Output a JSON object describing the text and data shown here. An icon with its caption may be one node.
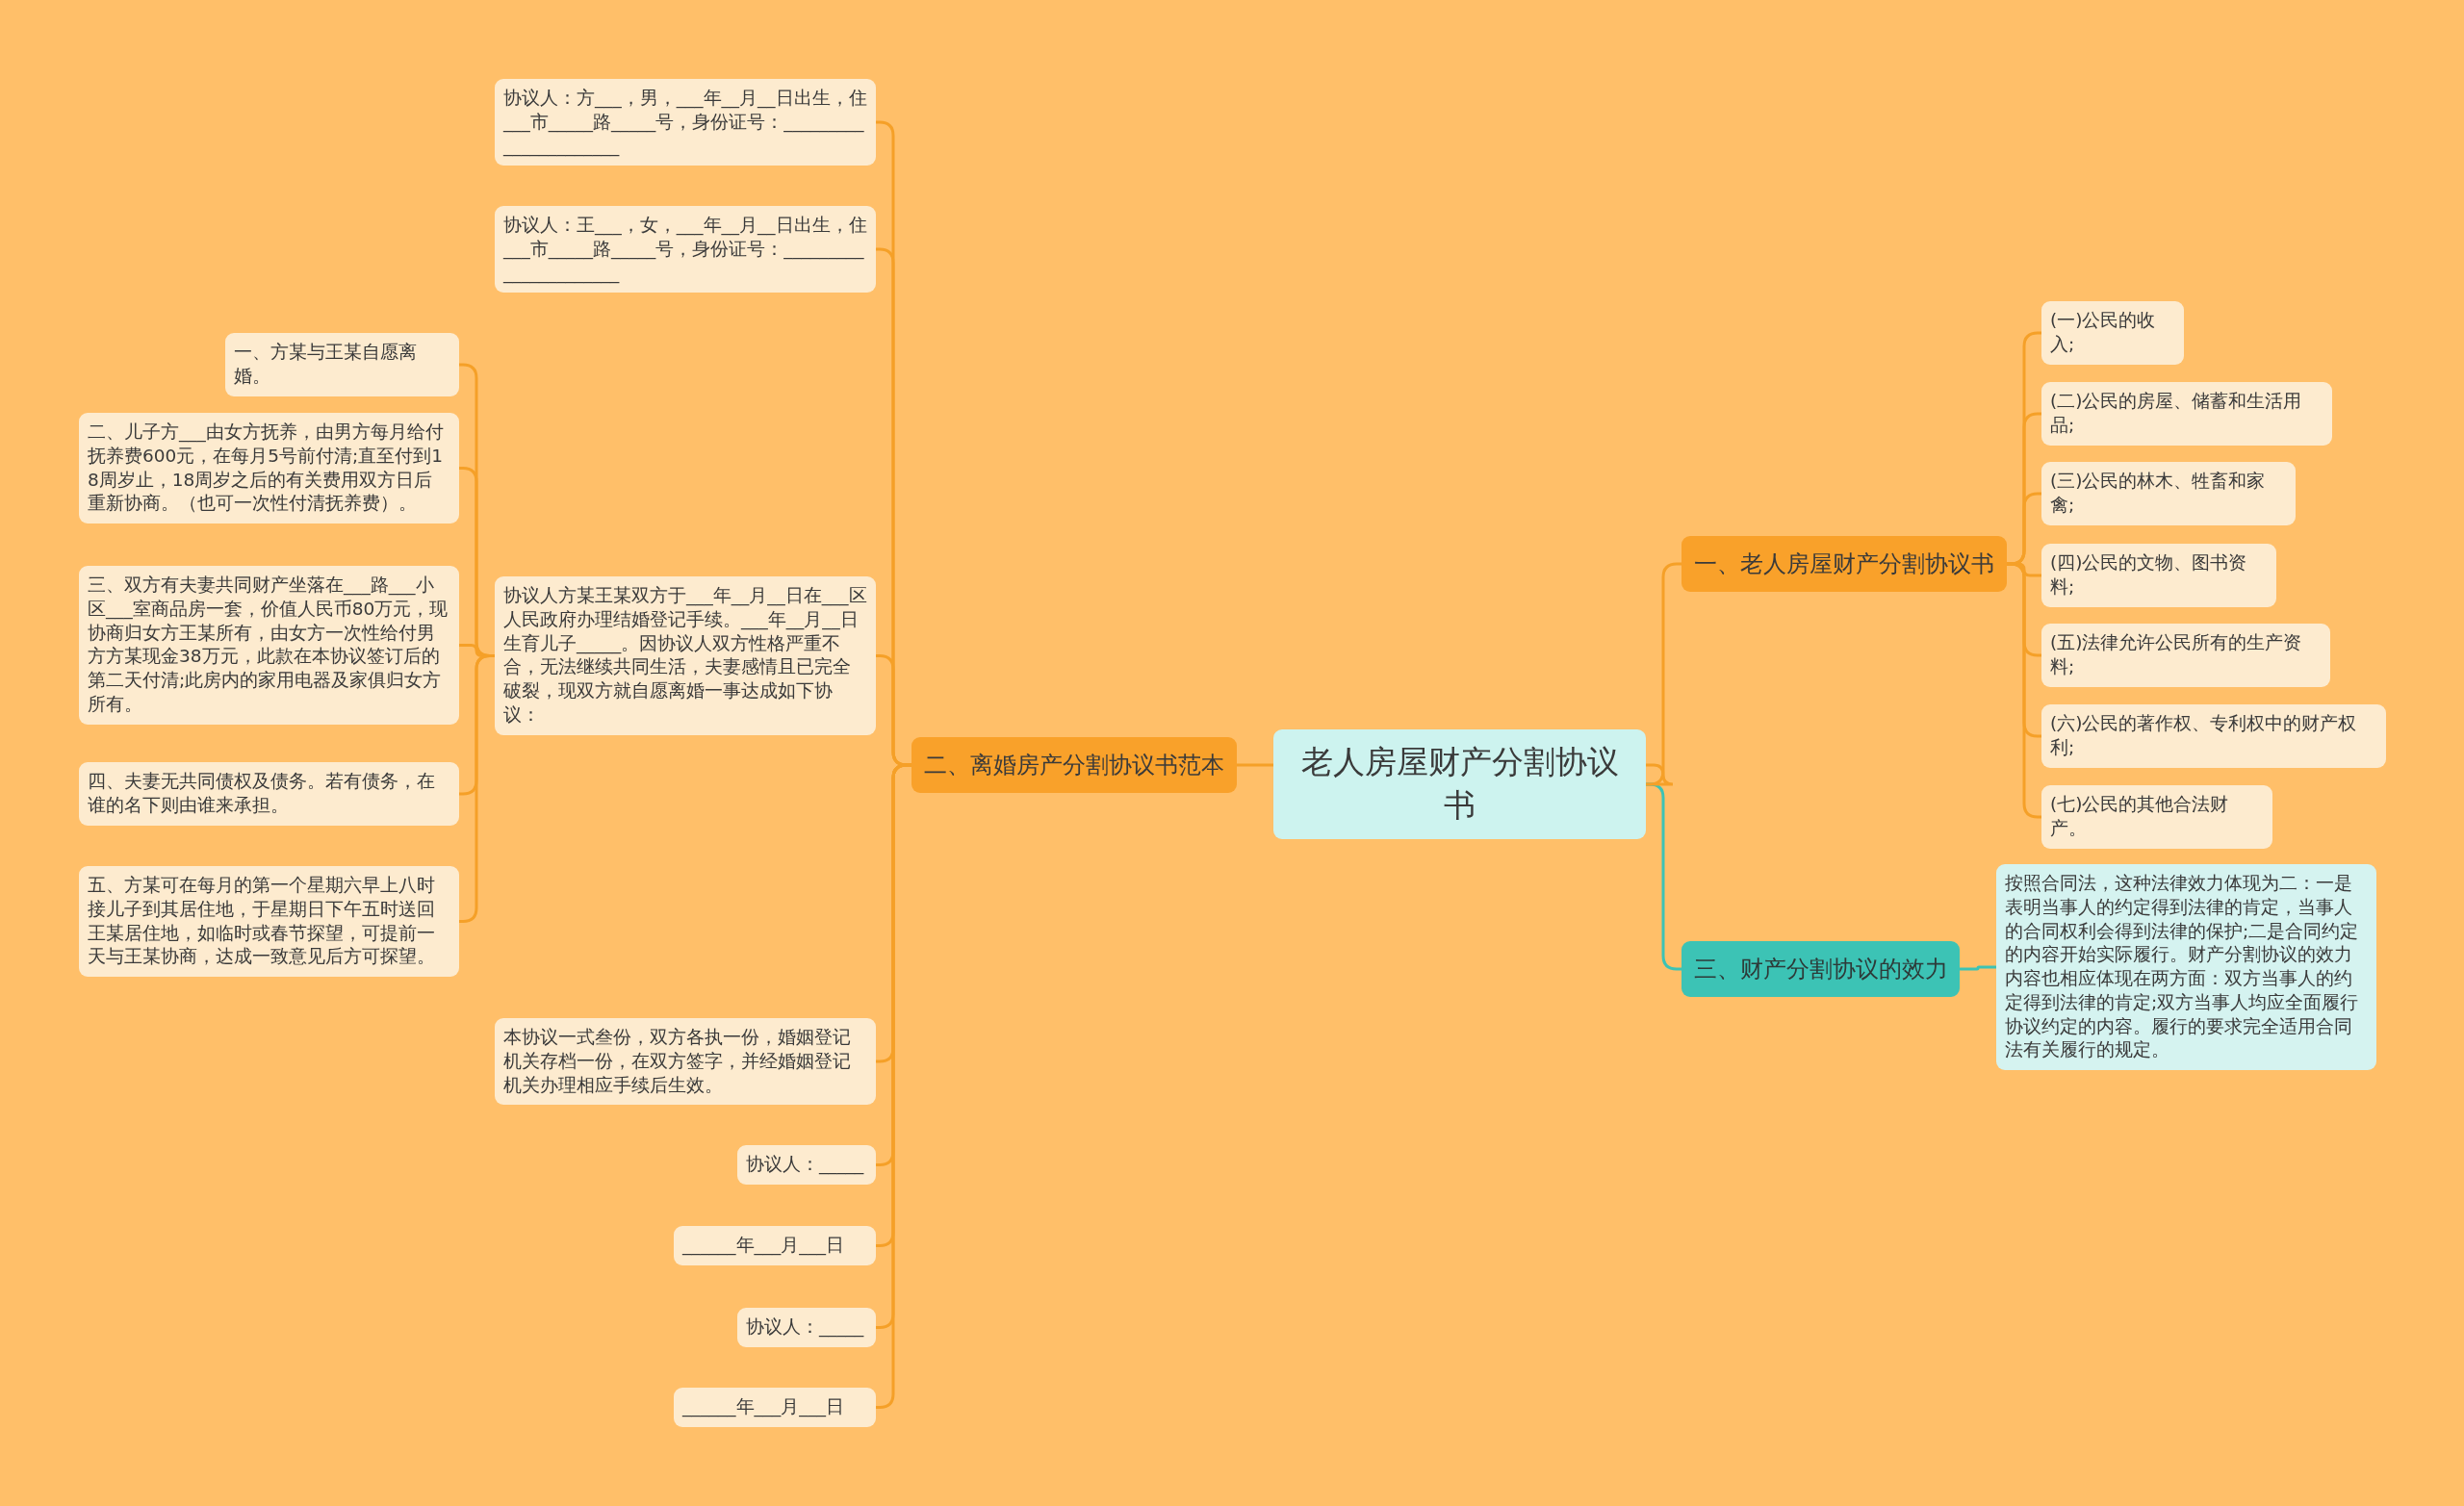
{
  "diagram": {
    "nodes": [
      {
        "text": [
          "老人房屋财产分割协议书"
        ]
      },
      {
        "text": [
          "一、老人房屋财产分割协议书"
        ]
      },
      {
        "text": [
          "(一)公民的收入;"
        ]
      },
      {
        "text": [
          "(二)公民的房屋、储蓄和生活用品;"
        ]
      },
      {
        "text": [
          "(三)公民的林木、牲畜和家禽;"
        ]
      },
      {
        "text": [
          "(四)公民的文物、图书资料;"
        ]
      },
      {
        "text": [
          "(五)法律允许公民所有的生产资料;"
        ]
      },
      {
        "text": [
          "(六)公民的著作权、专利权中的财产权利;"
        ]
      },
      {
        "text": [
          "(七)公民的其他合法财产。"
        ]
      },
      {
        "text": [
          "三、财产分割协议的效力"
        ]
      },
      {
        "text": [
          "按照合同法，这种法律效力体现为二：一是表明当事人的约定得到法律的肯定，当事人的合同权利会得到法律的保护;二是合同约定的内容开始实际履行。财产分割协议的效力内容也相应体现在两方面：双方当事人的约定得到法律的肯定;双方当事人均应全面履行协议约定的内容。履行的要求完全适用合同法有关履行的规定。"
        ]
      },
      {
        "text": [
          "二、离婚房产分割协议书范本"
        ]
      },
      {
        "text": [
          "协议人：方___，男，___年__月__日出生，住___市_____路_____号，身份证号：______________________"
        ]
      },
      {
        "text": [
          "协议人：王___，女，___年__月__日出生，住___市_____路_____号，身份证号：______________________"
        ]
      },
      {
        "text": [
          "协议人方某王某双方于___年__月__日在___区人民政府办理结婚登记手续。___年__月__日生育儿子_____。因协议人双方性格严重不合，无法继续共同生活，夫妻感情且已完全破裂，现双方就自愿离婚一事达成如下协议："
        ]
      },
      {
        "text": [
          "一、方某与王某自愿离婚。"
        ]
      },
      {
        "text": [
          "二、儿子方___由女方抚养，由男方每月给付抚养费600元，在每月5号前付清;直至付到18周岁止，18周岁之后的有关费用双方日后重新协商。（也可一次性付清抚养费）。"
        ]
      },
      {
        "text": [
          "三、双方有夫妻共同财产坐落在___路___小区___室商品房一套，价值人民币80万元，现协商归女方王某所有，由女方一次性给付男方方某现金38万元，此款在本协议签订后的第二天付清;此房内的家用电器及家俱归女方所有。"
        ]
      },
      {
        "text": [
          "四、夫妻无共同债权及债务。若有债务，在谁的名下则由谁来承担。"
        ]
      },
      {
        "text": [
          "五、方某可在每月的第一个星期六早上八时接儿子到其居住地，于星期日下午五时送回王某居住地，如临时或春节探望，可提前一天与王某协商，达成一致意见后方可探望。"
        ]
      },
      {
        "text": [
          "本协议一式叁份，双方各执一份，婚姻登记机关存档一份，在双方签字，并经婚姻登记机关办理相应手续后生效。"
        ]
      },
      {
        "text": [
          "协议人：_____"
        ]
      },
      {
        "text": [
          "______年___月___日"
        ]
      },
      {
        "text": [
          "协议人：_____"
        ]
      },
      {
        "text": [
          "______年___月___日"
        ]
      }
    ],
    "edges": [
      {
        "from": 0,
        "to": 1,
        "arrow": "none"
      },
      {
        "from": 1,
        "to": 2,
        "arrow": "none"
      },
      {
        "from": 1,
        "to": 3,
        "arrow": "none"
      },
      {
        "from": 1,
        "to": 4,
        "arrow": "none"
      },
      {
        "from": 1,
        "to": 5,
        "arrow": "none"
      },
      {
        "from": 1,
        "to": 6,
        "arrow": "none"
      },
      {
        "from": 1,
        "to": 7,
        "arrow": "none"
      },
      {
        "from": 1,
        "to": 8,
        "arrow": "none"
      },
      {
        "from": 0,
        "to": 9,
        "arrow": "none",
        "color": "#3cc3b5"
      },
      {
        "from": 9,
        "to": 10,
        "arrow": "none",
        "color": "#3cc3b5"
      },
      {
        "from": 0,
        "to": 11,
        "arrow": "none"
      },
      {
        "from": 11,
        "to": 12,
        "arrow": "none"
      },
      {
        "from": 11,
        "to": 13,
        "arrow": "none"
      },
      {
        "from": 11,
        "to": 14,
        "arrow": "none"
      },
      {
        "from": 14,
        "to": 15,
        "arrow": "none"
      },
      {
        "from": 14,
        "to": 16,
        "arrow": "none"
      },
      {
        "from": 14,
        "to": 17,
        "arrow": "none"
      },
      {
        "from": 14,
        "to": 18,
        "arrow": "none"
      },
      {
        "from": 14,
        "to": 19,
        "arrow": "none"
      },
      {
        "from": 11,
        "to": 20,
        "arrow": "none"
      },
      {
        "from": 11,
        "to": 21,
        "arrow": "none"
      },
      {
        "from": 11,
        "to": 22,
        "arrow": "none"
      },
      {
        "from": 11,
        "to": 23,
        "arrow": "none"
      },
      {
        "from": 11,
        "to": 24,
        "arrow": "none"
      }
    ]
  }
}
